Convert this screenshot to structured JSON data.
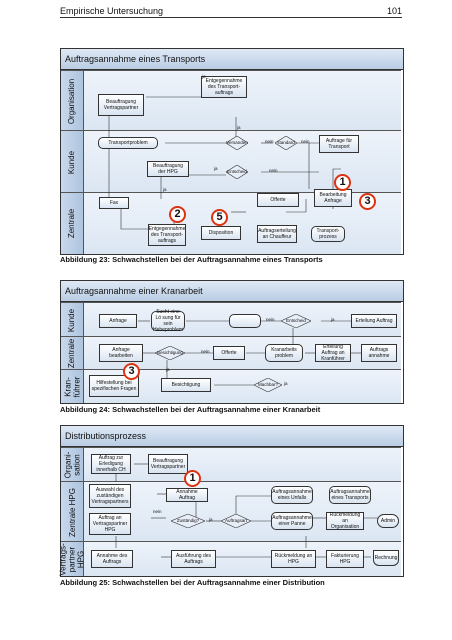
{
  "header": {
    "left": "Empirische Untersuchung",
    "right": "101"
  },
  "fig23": {
    "title": "Auftragsannahme eines Transports",
    "lanes": [
      "Organisation",
      "Kunde",
      "Zentrale"
    ],
    "boxes": {
      "b1": "Beauftragung Vertragspartner",
      "b2": "Entgegennahme des Transport-auftrags",
      "b3": "Transportproblem",
      "b4": "Beauftragung der HPG",
      "b5": "Auftrage für Transport",
      "b6": "Fax",
      "b7": "Offerte",
      "b8": "Bearbeitung Anfrage",
      "b9": "Entgegennahme des Transport-auftrags",
      "b10": "Disposition",
      "b11": "Auftragserteilung an Chauffeur",
      "b12": "Transport-prozess"
    },
    "diamonds": {
      "d1": "Versanden",
      "d2": "standard",
      "d3": "Entscheid"
    },
    "labels": {
      "l1": "nein",
      "l2": "nein",
      "l3": "ja",
      "l4": "nein",
      "l5": "ja",
      "l6": "ja",
      "l7": "ja"
    },
    "markers": [
      "1",
      "2",
      "3",
      "5"
    ],
    "caption": "Abbildung 23:  Schwachstellen bei der Auftragsannahme eines Transports"
  },
  "fig24": {
    "title": "Auftragsannahme einer Kranarbeit",
    "lanes": [
      "Kunde",
      "Zentrale",
      "Kran-\nführer"
    ],
    "boxes": {
      "b1": "Anfrage",
      "b2": "Sucht eine Lö sung für sein Hebeproblem",
      "b3": "Erteilung Auftrag",
      "b4": "Anfrage bearbeiten",
      "b5": "Offerte",
      "b6": "Kranarbeits problem",
      "b7": "Erteilung Auftrag an Kranführer",
      "b8": "Auftrags annahme",
      "b9": "Hilfestellung bei spezifischen Fragen",
      "b10": "Besichtigung"
    },
    "diamonds": {
      "d1": "Besichtigung",
      "d2": "Entscheid",
      "d3": "Machbar?"
    },
    "labels": {
      "l1": "nein",
      "l2": "ja",
      "l3": "ja",
      "l4": "nein",
      "l5": "ja"
    },
    "markers": [
      "3"
    ],
    "caption": "Abbildung 24:  Schwachstellen bei der Auftragsannahme einer Kranarbeit"
  },
  "fig25": {
    "title": "Distributionsprozess",
    "lanes": [
      "Organi-\nsation",
      "Zentrale HPG",
      "Vertrags-\npartner\nHPG"
    ],
    "boxes": {
      "b1": "Auftrag zur Erledigung innerhalb CH",
      "b2": "Beauftragung Vertragspartner",
      "b3": "Auswahl des zuständigen Vertragspartners",
      "b4": "Annahme Auftrag",
      "b5": "Auftragsannahme eines Unfalls",
      "b6": "Auftragsannahme eines Transports",
      "b7": "Auftrag an Vertragspartner HPG",
      "b8": "Auftragsannahme einer Panne",
      "b9": "Rückmeldung an Organisation",
      "b10": "Admin",
      "b11": "Annahme des Auftrags",
      "b12": "Ausführung des Auftrags",
      "b13": "Rückmeldung an HPG",
      "b14": "Fakturierung HPG",
      "b15": "Rechnung"
    },
    "diamonds": {
      "d1": "Zuständig?",
      "d2": "Auftragsart"
    },
    "labels": {
      "l1": "nein",
      "l2": "ja"
    },
    "markers": [
      "1"
    ],
    "caption": "Abbildung 25:  Schwachstellen bei der Auftragsannahme einer Distribution"
  }
}
